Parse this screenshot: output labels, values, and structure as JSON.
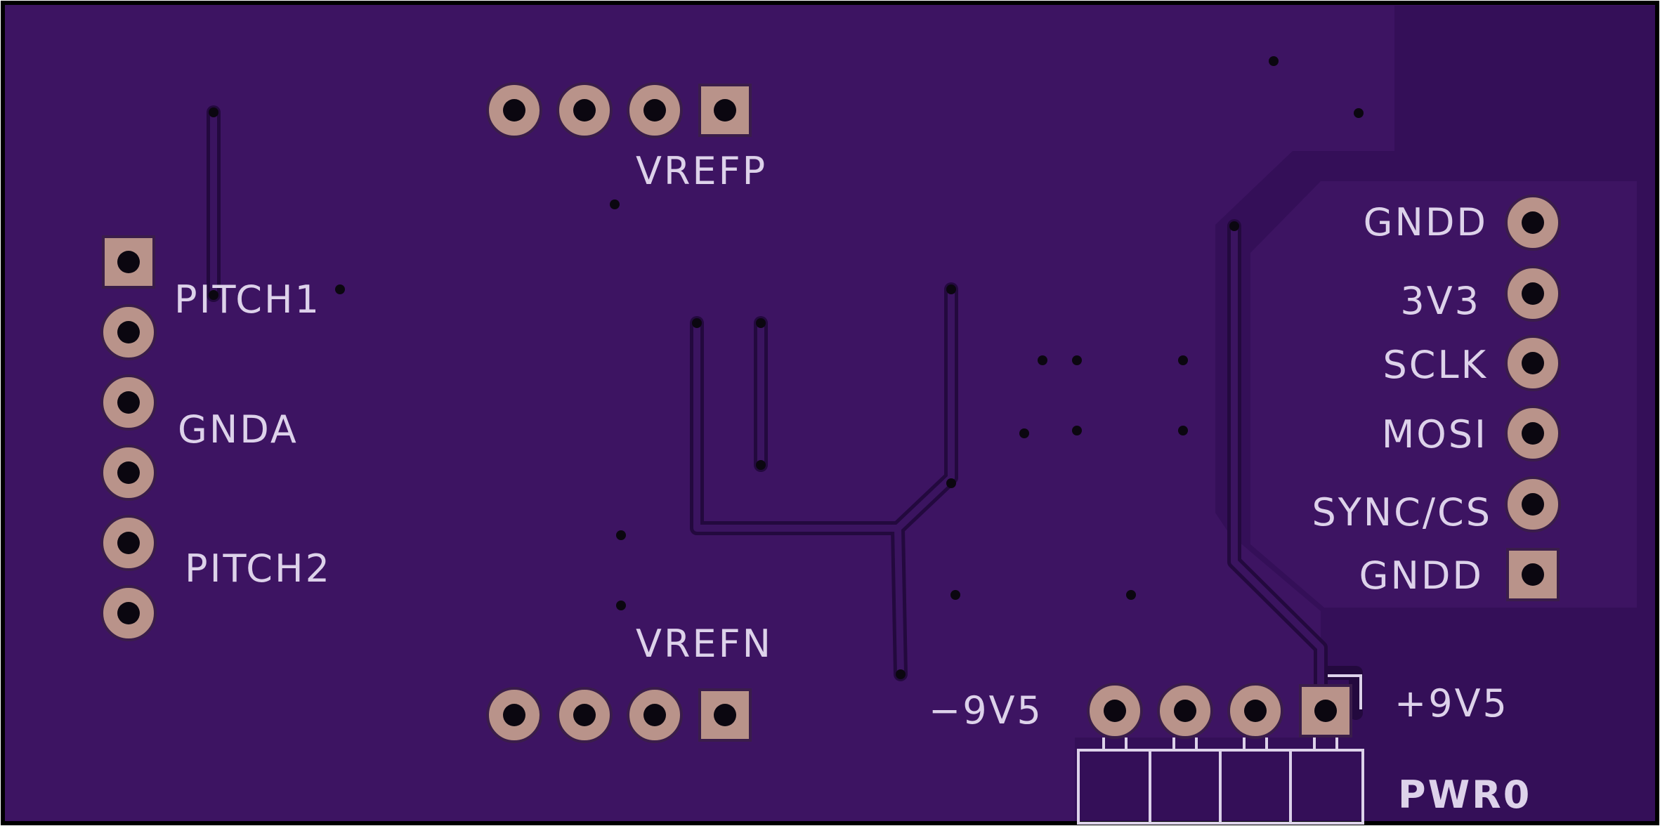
{
  "board": {
    "colors": {
      "substrate": "#3d1462",
      "ground_pour": "#341058",
      "trace_outline": "#2a0b47",
      "pad_copper": "#b9938a",
      "pad_ring_dark": "#3a1d4a",
      "drill": "#0b0710",
      "silkscreen": "#ddd2ea"
    }
  },
  "labels": {
    "vrefp": "VREFP",
    "vrefn": "VREFN",
    "pitch1": "PITCH1",
    "gnda": "GNDA",
    "pitch2": "PITCH2",
    "gndd_top": "GNDD",
    "v3v3": "3V3",
    "sclk": "SCLK",
    "mosi": "MOSI",
    "sync_cs": "SYNC/CS",
    "gndd_bottom": "GNDD",
    "minus_9v5": "−9V5",
    "plus_9v5": "+9V5",
    "pwr0": "PWR0"
  },
  "headers": [
    {
      "name": "vrefp-header",
      "pins": 4
    },
    {
      "name": "vrefn-header",
      "pins": 4
    },
    {
      "name": "pitch-header",
      "pins": 6
    },
    {
      "name": "spi-header",
      "pins": 6
    },
    {
      "name": "power-header",
      "pins": 4
    }
  ]
}
